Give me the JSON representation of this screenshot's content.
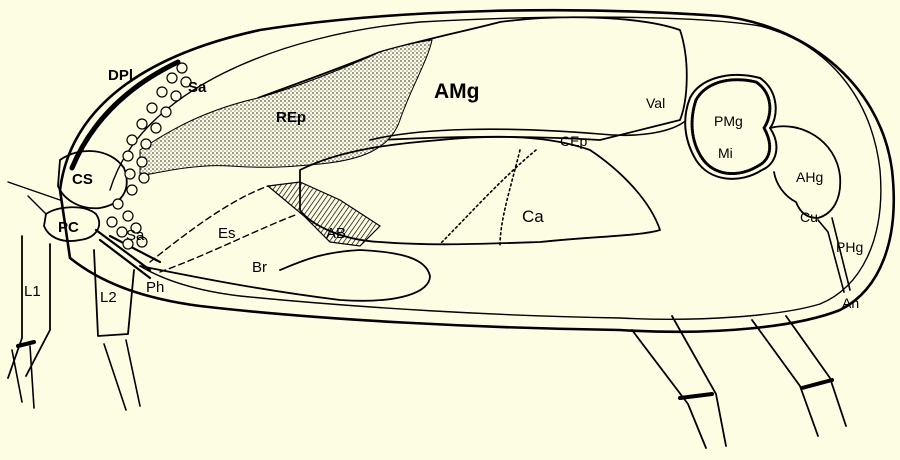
{
  "labels": {
    "dpl": "DPl",
    "sa_upper": "Sa",
    "rep": "REp",
    "amg": "AMg",
    "val": "Val",
    "pmg": "PMg",
    "mi": "Mi",
    "cep": "CEp",
    "ahg": "AHg",
    "cu": "Cu",
    "phg": "PHg",
    "an": "An",
    "cs": "CS",
    "pc": "PC",
    "sa_lower": "Sa",
    "es": "Es",
    "br": "Br",
    "ab": "AB",
    "ca": "Ca",
    "ph": "Ph",
    "l1": "L1",
    "l2": "L2"
  },
  "colors": {
    "background": "#fdfde3",
    "ink": "#000000",
    "stipple": "#8a8a8a"
  }
}
